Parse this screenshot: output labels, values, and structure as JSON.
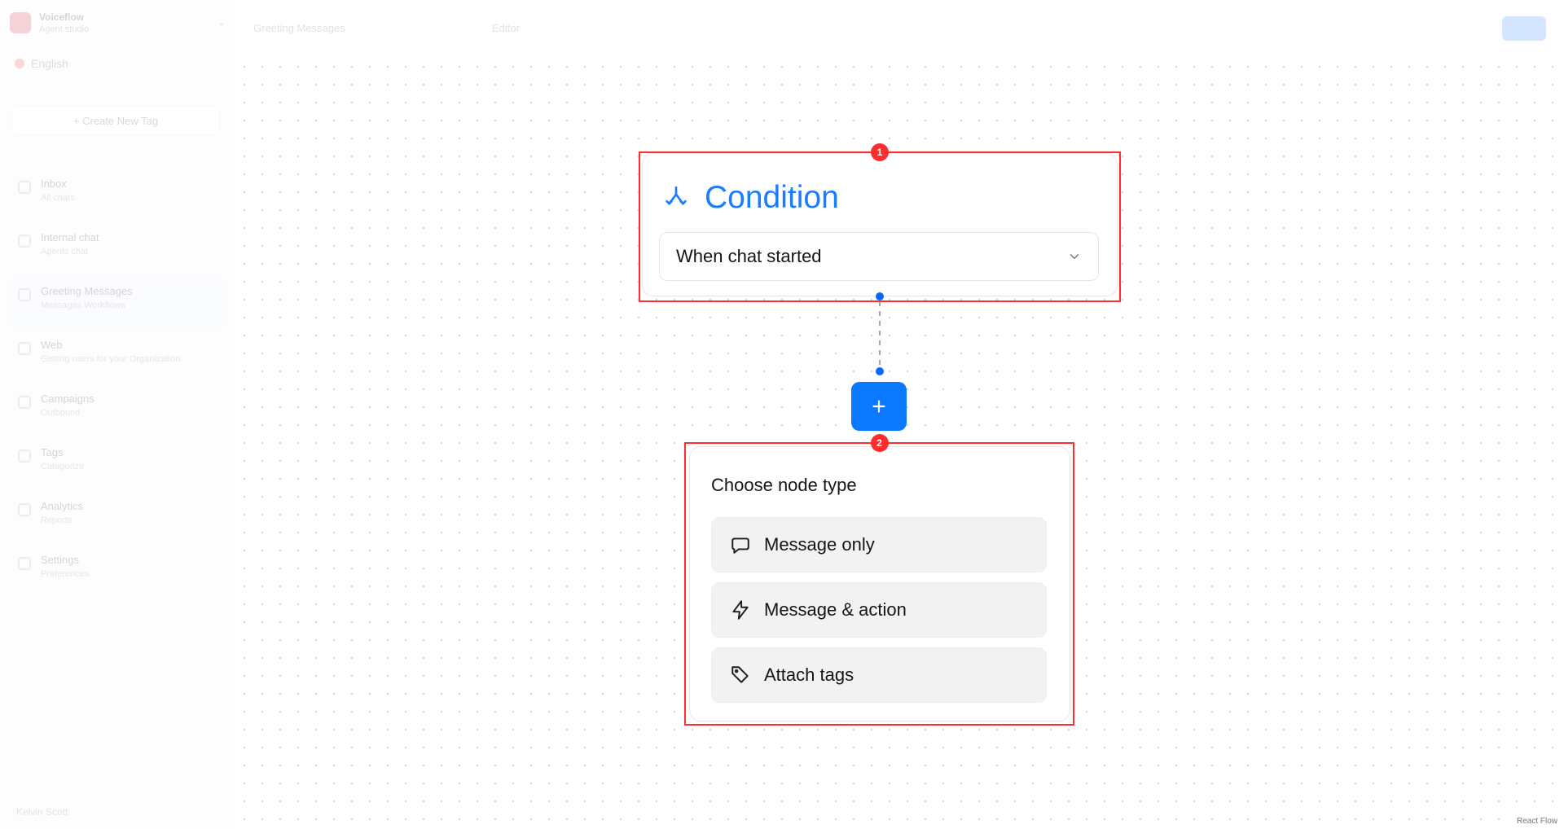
{
  "sidebar": {
    "brand": {
      "title": "Voiceflow",
      "subtitle": "Agent studio"
    },
    "language": "English",
    "create_button": "Create New Tag",
    "nav": [
      {
        "label": "Inbox",
        "sub": "All chats"
      },
      {
        "label": "Internal chat",
        "sub": "Agents chat"
      },
      {
        "label": "Greeting Messages",
        "sub": "Messages Workflows"
      },
      {
        "label": "Web",
        "sub": "Getting users for your Organization"
      },
      {
        "label": "Campaigns",
        "sub": "Outbound"
      },
      {
        "label": "Tags",
        "sub": "Categorize"
      },
      {
        "label": "Analytics",
        "sub": "Reports"
      },
      {
        "label": "Settings",
        "sub": "Preferences"
      }
    ],
    "footer": "Kelvin Scott"
  },
  "topbar": {
    "left": "Greeting Messages",
    "middle": "Editor"
  },
  "canvas": {
    "attribution": "React Flow"
  },
  "condition": {
    "badge": "1",
    "title": "Condition",
    "selected": "When chat started"
  },
  "chooser": {
    "badge": "2",
    "title": "Choose node type",
    "options": [
      {
        "label": "Message only",
        "icon": "message-icon"
      },
      {
        "label": "Message & action",
        "icon": "bolt-icon"
      },
      {
        "label": "Attach tags",
        "icon": "tag-icon"
      }
    ]
  },
  "colors": {
    "accent": "#1a7cff",
    "highlight": "#ff2d2d"
  }
}
